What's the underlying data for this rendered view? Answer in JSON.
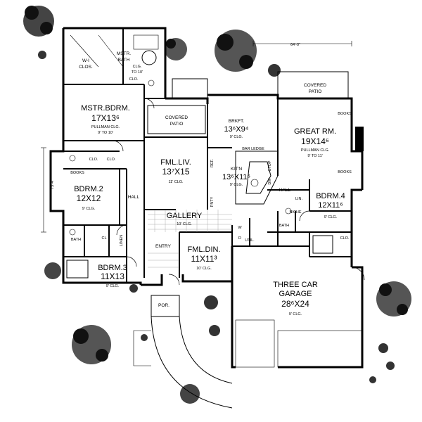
{
  "dimensions": {
    "overall_width": "64'-0\"",
    "overall_depth": "73'-4\""
  },
  "rooms": {
    "walk_in_closet": {
      "name": "W-I",
      "name2": "CLOS."
    },
    "master_bath": {
      "name": "MSTR.",
      "name2": "BATH",
      "note": "CLG.",
      "note2": "TO 10'"
    },
    "master_bedroom": {
      "name": "MSTR.BDRM.",
      "size": "17X13⁶",
      "note": "PULLMAN CLG.",
      "note2": "9' TO 10'"
    },
    "covered_patio_center": {
      "name": "COVERED",
      "name2": "PATIO"
    },
    "covered_patio_right": {
      "name": "COVERED",
      "name2": "PATIO"
    },
    "breakfast": {
      "name": "BRKFT.",
      "size": "13⁶X9⁴",
      "note": "9' CLG."
    },
    "great_room": {
      "name": "GREAT RM.",
      "size": "19X14⁶",
      "note": "PULLMAN CLG.",
      "note2": "9' TO 11'"
    },
    "bar_ledge": {
      "label": "BAR LEDGE"
    },
    "kitchen": {
      "name": "KIT'N",
      "size": "13⁶X11⁶",
      "note": "9' CLG."
    },
    "family_living": {
      "name": "FML.LIV.",
      "size": "13⁷X15",
      "note": "11' CLG."
    },
    "bedroom2": {
      "name": "BDRM.2",
      "size": "12X12",
      "note": "9' CLG."
    },
    "bedroom3": {
      "name": "BDRM.3",
      "size": "11X13",
      "note": "9' CLG."
    },
    "bedroom4": {
      "name": "BDRM.4",
      "size": "12X11⁶",
      "note": "9' CLG."
    },
    "family_dining": {
      "name": "FML.DIN.",
      "size": "11X11³",
      "note": "10' CLG."
    },
    "gallery": {
      "name": "GALLERY",
      "note": "10' CLG."
    },
    "entry": {
      "name": "ENTRY"
    },
    "porch": {
      "name": "POR."
    },
    "garage": {
      "name": "THREE CAR",
      "name2": "GARAGE",
      "size": "28⁶X24",
      "note": "9' CLG."
    }
  },
  "labels": {
    "hall_left": "HALL",
    "hall_right": "HALL",
    "books_top": "BOOKS",
    "books_bottom": "BOOKS",
    "books_left": "BOOKS",
    "closet_a": "CLO.",
    "closet_b": "CLO.",
    "closet_c": "CL",
    "closet_d": "CLO.",
    "linen_left": "LINEN",
    "linen_right": "LIN.",
    "bath_left": "BATH",
    "bath_right": "BATH",
    "niche": "NICHE",
    "utility": "UTIL.",
    "wd_w": "W",
    "wd_d": "D",
    "pantry": "PNTY",
    "refrigerator": "REF.",
    "cooktop": "CTOP",
    "dishwasher": "DW",
    "closet_e": "CLO."
  }
}
